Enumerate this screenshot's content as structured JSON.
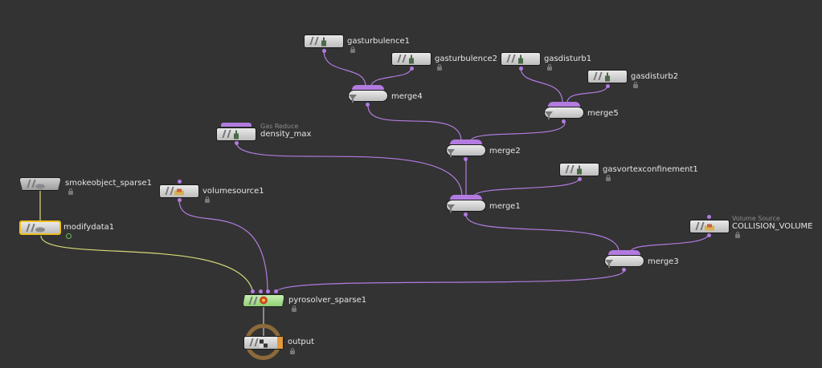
{
  "network": {
    "nodes": {
      "gasturbulence1": {
        "label": "gasturbulence1"
      },
      "gasturbulence2": {
        "label": "gasturbulence2"
      },
      "gasdisturb1": {
        "label": "gasdisturb1"
      },
      "gasdisturb2": {
        "label": "gasdisturb2"
      },
      "merge4": {
        "label": "merge4"
      },
      "merge5": {
        "label": "merge5"
      },
      "density_max": {
        "label": "density_max",
        "comment": "Gas Reduce"
      },
      "merge2": {
        "label": "merge2"
      },
      "gasvortexconfinement1": {
        "label": "gasvortexconfinement1"
      },
      "merge1": {
        "label": "merge1"
      },
      "smokeobject_sparse1": {
        "label": "smokeobject_sparse1"
      },
      "volumesource1": {
        "label": "volumesource1"
      },
      "modifydata1": {
        "label": "modifydata1"
      },
      "COLLISION_VOLUME": {
        "label": "COLLISION_VOLUME",
        "comment": "Volume Source"
      },
      "merge3": {
        "label": "merge3"
      },
      "pyrosolver_sparse1": {
        "label": "pyrosolver_sparse1"
      },
      "output": {
        "label": "output"
      }
    }
  },
  "colors": {
    "background": "#333333",
    "wire": "#b27be0",
    "wire_yellow": "#d8d87a",
    "selected_outline": "#f0c020",
    "solver_fill": "#a6e08e",
    "output_ring": "#8c6a3a"
  }
}
